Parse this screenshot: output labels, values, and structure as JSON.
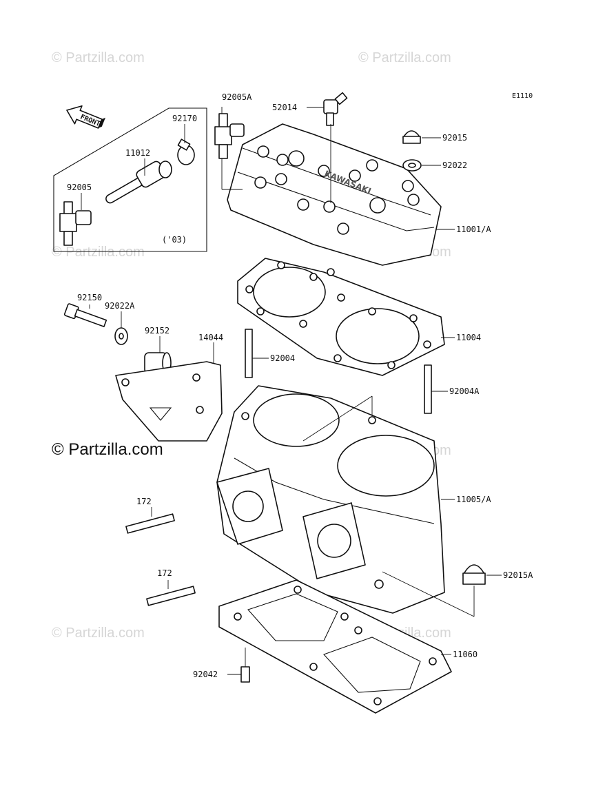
{
  "diagram_ref": "E1110",
  "watermark_text": "© Partzilla.com",
  "front_label": "FRONT",
  "inset_note": "('03)",
  "callouts": {
    "p92005A": "92005A",
    "p52014": "52014",
    "p92170": "92170",
    "p11012": "11012",
    "p92005": "92005",
    "p92015": "92015",
    "p92022": "92022",
    "p11001A": "11001/A",
    "p92150": "92150",
    "p92022A": "92022A",
    "p92152": "92152",
    "p14044": "14044",
    "p11004": "11004",
    "p92004": "92004",
    "p92004A": "92004A",
    "p172a": "172",
    "p11005A": "11005/A",
    "p172b": "172",
    "p92015A": "92015A",
    "p11060": "11060",
    "p92042": "92042"
  }
}
